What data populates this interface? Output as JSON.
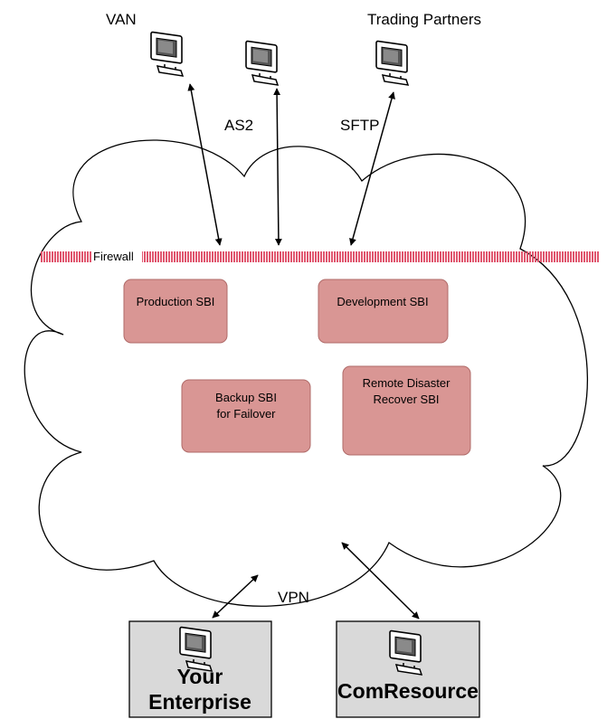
{
  "labels": {
    "van": "VAN",
    "trading_partners": "Trading Partners",
    "as2": "AS2",
    "sftp": "SFTP",
    "firewall": "Firewall",
    "vpn": "VPN"
  },
  "servers": {
    "production": "Production SBI",
    "development": "Development SBI",
    "backup_line1": "Backup SBI",
    "backup_line2": "for Failover",
    "remote_line1": "Remote Disaster",
    "remote_line2": "Recover SBI"
  },
  "sites": {
    "enterprise_line1": "Your",
    "enterprise_line2": "Enterprise",
    "comresource": "ComResource"
  },
  "colors": {
    "server_fill": "#d99694",
    "firewall": "#e0566e",
    "site_fill": "#d9d9d9",
    "firewall_text": "#c0152f"
  },
  "icons": [
    "computer-monitor-icon"
  ]
}
